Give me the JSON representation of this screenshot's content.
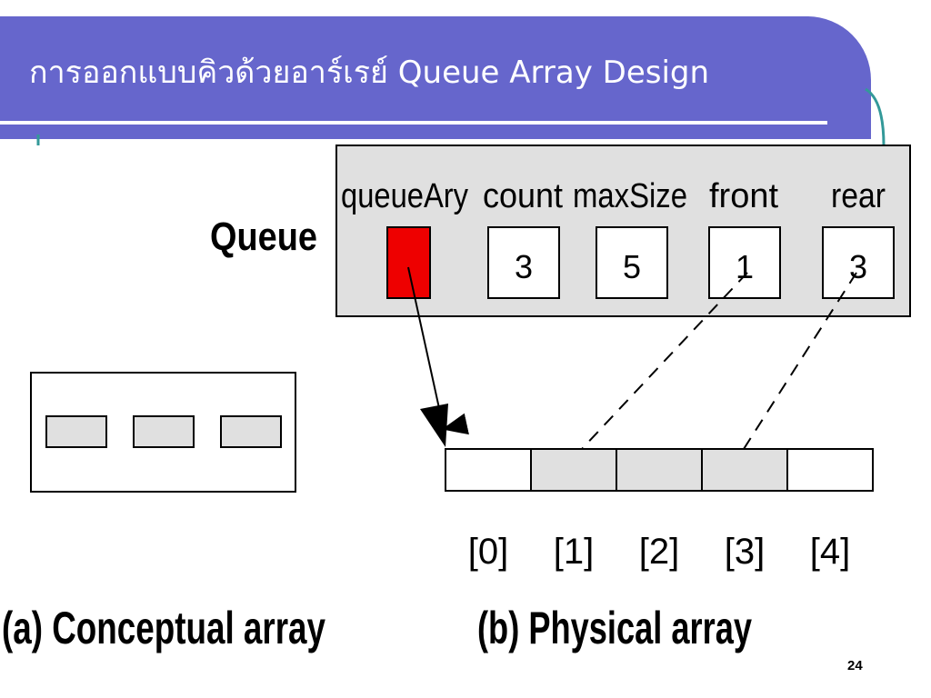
{
  "slide": {
    "title": "การออกแบบคิวด้วยอาร์เรย์ Queue Array Design",
    "page_number": "24"
  },
  "colors": {
    "title_band": "#6666cc",
    "accent_teal": "#339999",
    "pointer_box": "#ee0000",
    "record_fill": "#e0e0e0",
    "used_cell": "#e0e0e0"
  },
  "queue_record": {
    "label": "Queue",
    "fields": [
      {
        "name": "queueAry",
        "value": ""
      },
      {
        "name": "count",
        "value": "3"
      },
      {
        "name": "maxSize",
        "value": "5"
      },
      {
        "name": "front",
        "value": "1"
      },
      {
        "name": "rear",
        "value": "3"
      }
    ]
  },
  "physical_array": {
    "indices": [
      "[0]",
      "[1]",
      "[2]",
      "[3]",
      "[4]"
    ],
    "occupied": [
      false,
      true,
      true,
      true,
      false
    ],
    "caption": "(b) Physical array"
  },
  "conceptual_array": {
    "element_count": 3,
    "caption": "(a) Conceptual array"
  }
}
